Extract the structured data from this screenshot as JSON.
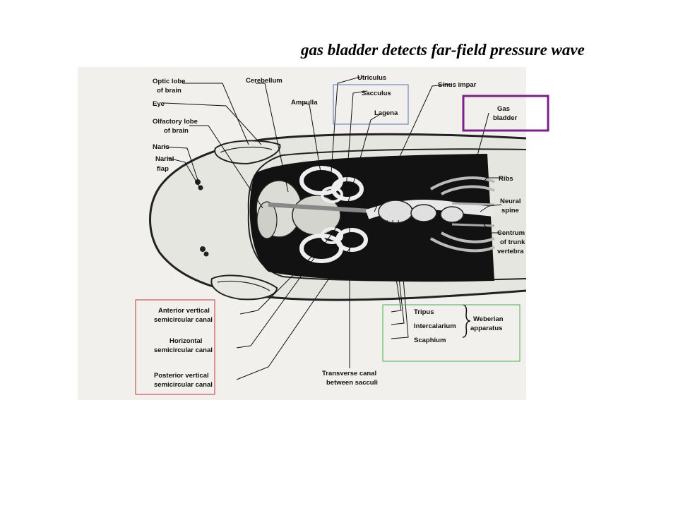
{
  "slide": {
    "title": "gas bladder detects far-field pressure wave",
    "axes": [
      "y",
      "x",
      "z"
    ]
  },
  "labels": {
    "optic_lobe": [
      "Optic lobe",
      "of brain"
    ],
    "eye": "Eye",
    "olfactory_lobe": [
      "Olfactory lobe",
      "of brain"
    ],
    "naris": "Naris",
    "narial_flap": [
      "Narial",
      "flap"
    ],
    "cerebellum": "Cerebellum",
    "ampulla": "Ampulla",
    "utriculus": "Utriculus",
    "sacculus": "Sacculus",
    "lagena": "Lagena",
    "sinus_impar": "Sinus impar",
    "gas_bladder": [
      "Gas",
      "bladder"
    ],
    "ribs": "Ribs",
    "neural_spine": [
      "Neural",
      "spine"
    ],
    "centrum": [
      "Centrum",
      "of trunk",
      "vertebra"
    ],
    "anterior_canal": [
      "Anterior vertical",
      "semicircular canal"
    ],
    "horizontal_canal": [
      "Horizontal",
      "semicircular canal"
    ],
    "posterior_canal": [
      "Posterior vertical",
      "semicircular canal"
    ],
    "transverse_canal": [
      "Transverse canal",
      "between sacculi"
    ],
    "tripus": "Tripus",
    "intercalarium": "Intercalarium",
    "scaphium": "Scaphium",
    "weberian": [
      "Weberian",
      "apparatus"
    ]
  },
  "highlight_colors": {
    "gas_bladder_box": "#7b1f8c",
    "sacculus_box": "#5b6fb5",
    "canals_box": "#c0393b",
    "weberian_box": "#4caf50"
  }
}
